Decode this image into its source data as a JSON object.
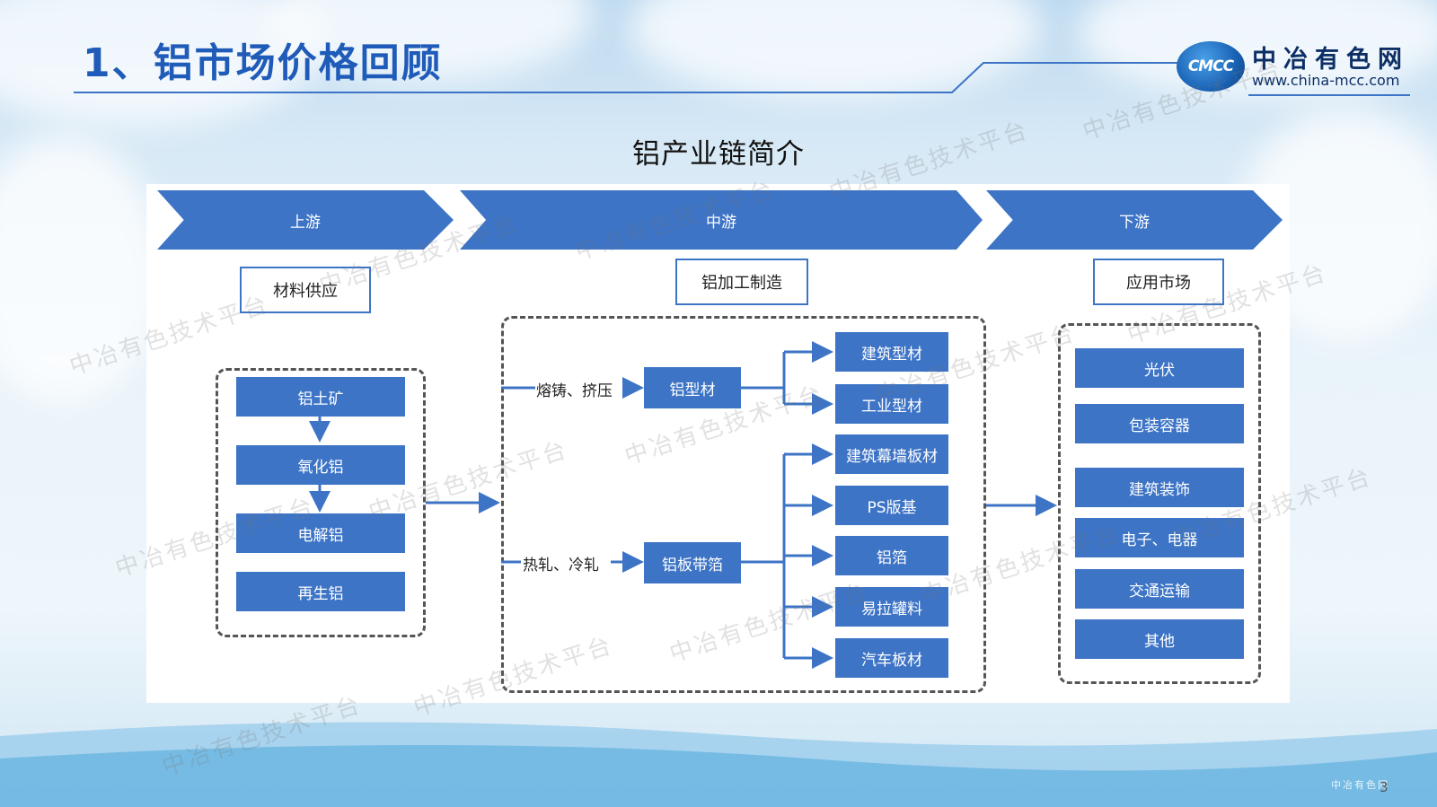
{
  "slide": {
    "title": "1、铝市场价格回顾",
    "page_number": "3"
  },
  "logo": {
    "globe_text": "CMCC",
    "name": "中冶有色网",
    "url": "www.china-mcc.com"
  },
  "diagram": {
    "title": "铝产业链简介",
    "stages": {
      "upstream": "上游",
      "midstream": "中游",
      "downstream": "下游"
    },
    "sections": {
      "materials": "材料供应",
      "processing": "铝加工制造",
      "market": "应用市场"
    },
    "upstream_nodes": [
      "铝土矿",
      "氧化铝",
      "电解铝",
      "再生铝"
    ],
    "processes": [
      "熔铸、挤压",
      "热轧、冷轧"
    ],
    "products": [
      "铝型材",
      "铝板带箔"
    ],
    "profile_outputs": [
      "建筑型材",
      "工业型材"
    ],
    "sheet_outputs": [
      "建筑幕墙板材",
      "PS版基",
      "铝箔",
      "易拉罐料",
      "汽车板材"
    ],
    "markets": [
      "光伏",
      "包装容器",
      "建筑装饰",
      "电子、电器",
      "交通运输",
      "其他"
    ],
    "colors": {
      "node": "#3d74c6",
      "text_title": "#1f5bb8"
    }
  },
  "watermark": {
    "text": "中冶有色技术平台"
  },
  "footer": {
    "logo_text": "中冶有色网"
  }
}
